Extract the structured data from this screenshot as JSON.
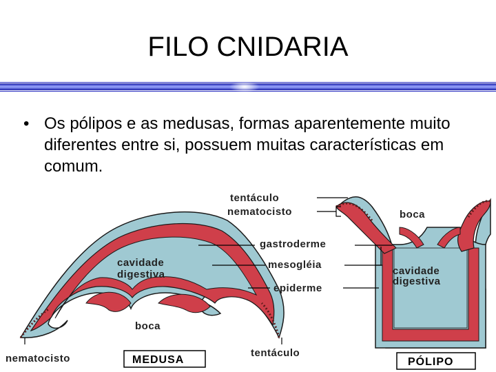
{
  "slide": {
    "title": "FILO CNIDARIA",
    "bullet_marker": "•",
    "bullet_text": "Os pólipos e as medusas, formas aparentemente muito diferentes entre si, possuem muitas características em comum."
  },
  "diagram": {
    "labels": {
      "tentaculo_top": "tentáculo",
      "nematocisto_top": "nematocisto",
      "boca_polyp": "boca",
      "gastroderme": "gastroderme",
      "cavidade_medusa_1": "cavidade",
      "cavidade_medusa_2": "digestiva",
      "mesogleia": "mesogléia",
      "cavidade_polyp_1": "cavidade",
      "cavidade_polyp_2": "digestiva",
      "epiderme": "epiderme",
      "boca_medusa": "boca",
      "nematocisto_bottom": "nematocisto",
      "tentaculo_bottom": "tentáculo",
      "medusa_box": "MEDUSA",
      "polipo_box": "PÓLIPO"
    },
    "colors": {
      "gastroderme": "#cf3f4a",
      "epiderme": "#9fc9d2",
      "mesogleia": "#1a1a1a",
      "leader_lines": "#000000"
    }
  }
}
